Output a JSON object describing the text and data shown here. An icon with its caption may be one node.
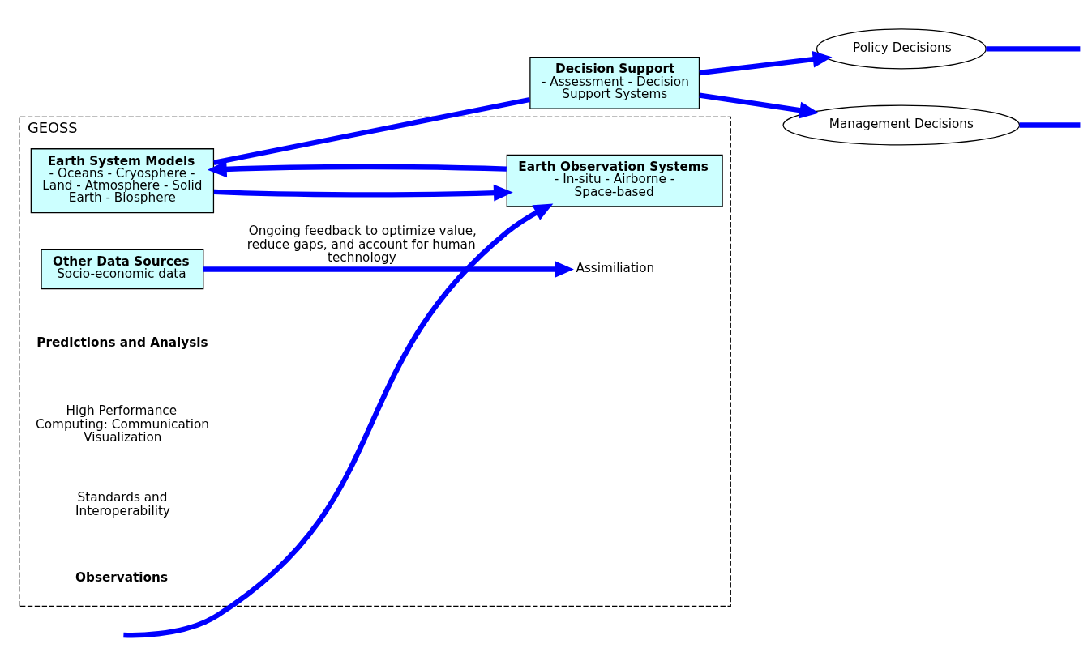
{
  "diagram": {
    "nodes": [
      {
        "text": [
          "GEOSS"
        ]
      },
      {
        "text": [
          "Earth System Models",
          "- Oceans - Cryosphere - Land - Atmosphere - Solid Earth - Biosphere"
        ],
        "in": 0
      },
      {
        "text": [
          "Other Data Sources",
          "Socio-economic data"
        ],
        "in": 0
      },
      {
        "text": [
          "Assimiliation"
        ],
        "in": 0
      },
      {
        "text": [
          "Earth Observation Systems",
          "- In-situ - Airborne - Space-based"
        ],
        "in": 0
      },
      {
        "text": [
          "Decision Support",
          "- Assessment - Decision Support Systems"
        ]
      },
      {
        "text": [
          "Policy Decisions"
        ]
      },
      {
        "text": [
          "Management Decisions"
        ]
      }
    ],
    "edges": [
      {
        "from": 1,
        "to": 5,
        "arrow": "none"
      },
      {
        "from": 1,
        "to": 4,
        "arrow": "to"
      },
      {
        "from": 4,
        "to": 1,
        "arrow": "to"
      },
      {
        "from": 2,
        "to": 3,
        "arrow": "to"
      },
      {
        "from": 5,
        "to": 6,
        "arrow": "to"
      },
      {
        "from": 5,
        "to": 7,
        "arrow": "to"
      },
      {
        "from": 6,
        "to": null,
        "arrow": "none"
      },
      {
        "from": 7,
        "to": null,
        "arrow": "none"
      },
      {
        "from": null,
        "to": 4,
        "arrow": "to",
        "label": "Ongoing feedback to optimize value, reduce gaps, and account for human technology"
      }
    ],
    "labels": [
      "Predictions and Analysis",
      "High Performance Computing: Communication Visualization",
      "Standards and Interoperability",
      "Observations"
    ]
  }
}
